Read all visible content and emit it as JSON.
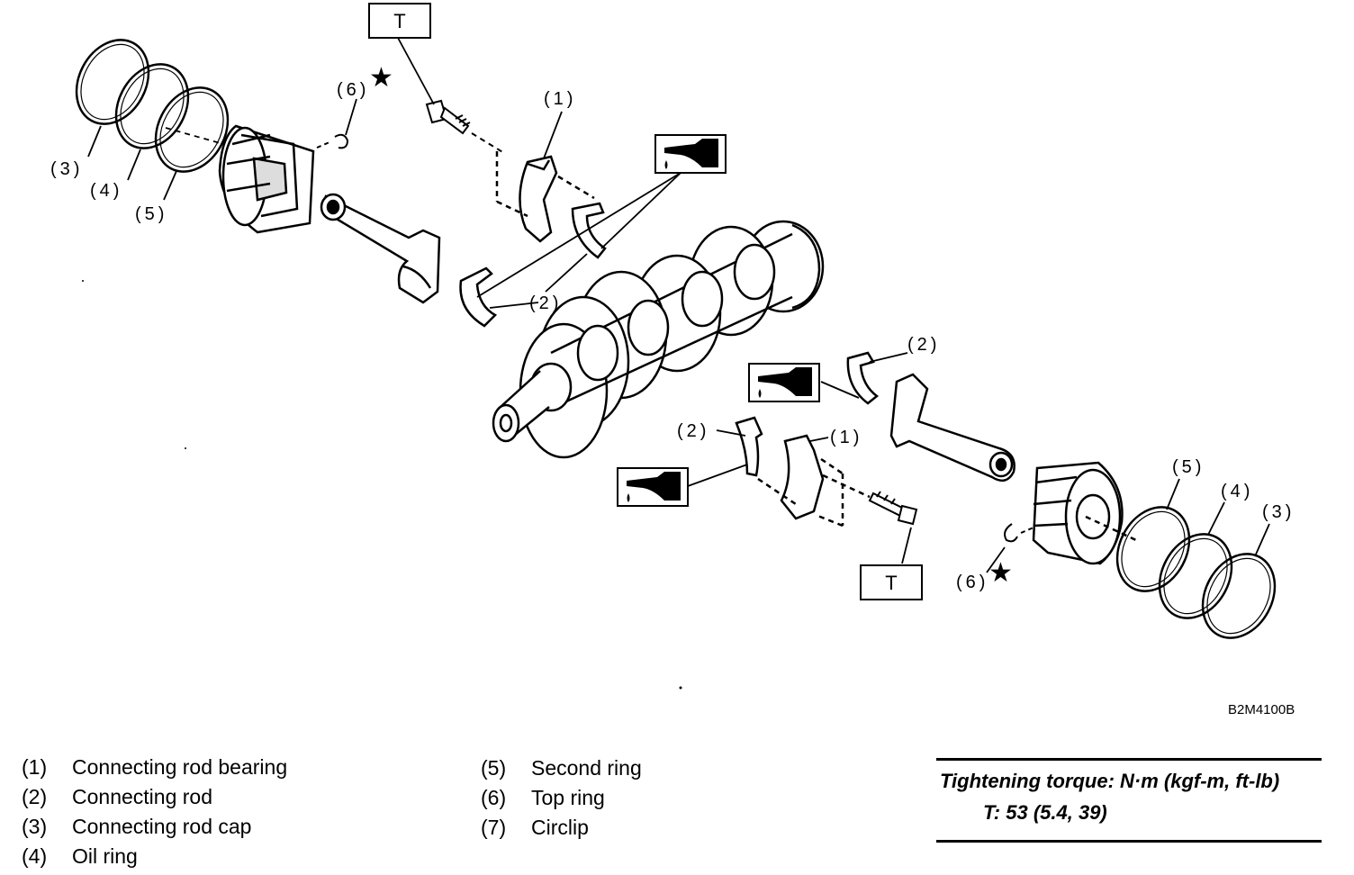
{
  "diagram": {
    "figure_code": "B2M4100B",
    "torque_box_symbol": "T",
    "callouts": {
      "c1": "(1)",
      "c2": "(2)",
      "c3": "(3)",
      "c4": "(4)",
      "c5": "(5)",
      "c6": "(6)"
    },
    "symbols": {
      "star": "★",
      "oil_icon": "oil-can-icon"
    }
  },
  "legend": {
    "left": [
      {
        "num": "(1)",
        "label": "Connecting rod bearing"
      },
      {
        "num": "(2)",
        "label": "Connecting rod"
      },
      {
        "num": "(3)",
        "label": "Connecting rod cap"
      },
      {
        "num": "(4)",
        "label": "Oil ring"
      }
    ],
    "right": [
      {
        "num": "(5)",
        "label": "Second ring"
      },
      {
        "num": "(6)",
        "label": "Top ring"
      },
      {
        "num": "(7)",
        "label": "Circlip"
      }
    ]
  },
  "torque": {
    "title": "Tightening torque: N·m (kgf-m, ft-lb)",
    "value": "T: 53 (5.4, 39)"
  }
}
